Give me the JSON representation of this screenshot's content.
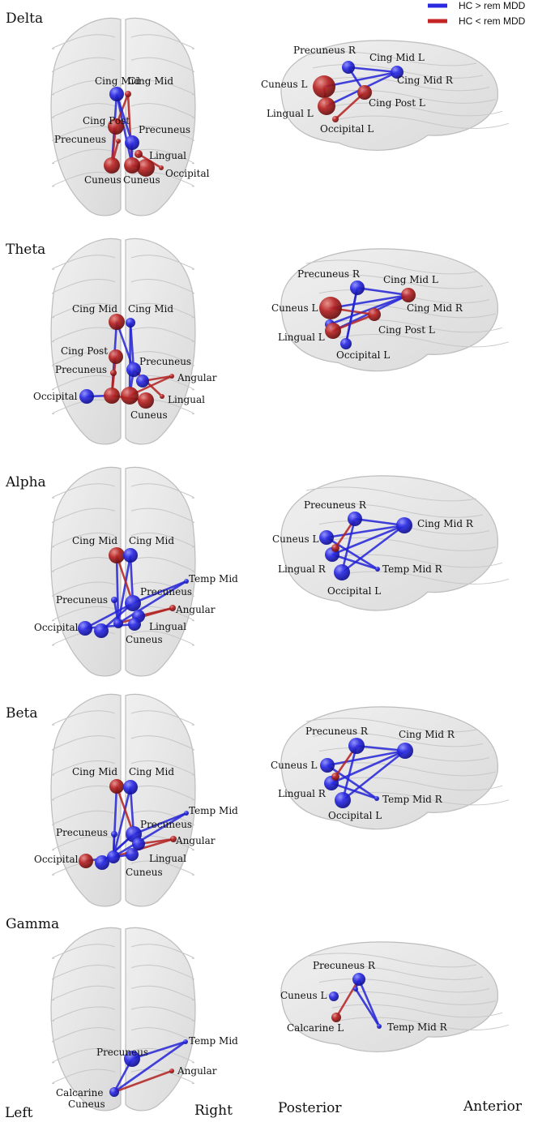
{
  "legend": [
    {
      "key": "hc_gt",
      "label": "HC > rem MDD",
      "color": "#2a2ae0"
    },
    {
      "key": "hc_lt",
      "label": "HC < rem MDD",
      "color": "#c42424"
    }
  ],
  "colors": {
    "blue": "#2424d8",
    "red": "#b42222",
    "brain_fill": "#e4e4e4",
    "brain_stroke": "#b9b9b9"
  },
  "orientation": {
    "left": "Left",
    "right": "Right",
    "posterior": "Posterior",
    "anterior": "Anterior"
  },
  "bands": [
    {
      "name": "Delta",
      "axial_labels": [
        "Cing Mid",
        "Cing Mid",
        "Cing Post",
        "Precuneus",
        "Precuneus",
        "Lingual",
        "Occipital",
        "Cuneus",
        "Cuneus"
      ],
      "sagittal_labels": [
        "Precuneus R",
        "Cing Mid L",
        "Cing Mid R",
        "Cuneus L",
        "Cing Post L",
        "Lingual L",
        "Occipital L"
      ]
    },
    {
      "name": "Theta",
      "axial_labels": [
        "Cing Mid",
        "Cing Mid",
        "Cing Post",
        "Precuneus",
        "Precuneus",
        "Angular",
        "Occipital",
        "Lingual",
        "Cuneus"
      ],
      "sagittal_labels": [
        "Precuneus R",
        "Cing Mid L",
        "Cing Mid R",
        "Cuneus L",
        "Cing Post L",
        "Lingual L",
        "Occipital L"
      ]
    },
    {
      "name": "Alpha",
      "axial_labels": [
        "Cing Mid",
        "Cing Mid",
        "Temp Mid",
        "Precuneus",
        "Precuneus",
        "Angular",
        "Occipital",
        "Lingual",
        "Cuneus"
      ],
      "sagittal_labels": [
        "Precuneus R",
        "Cing Mid R",
        "Cuneus L",
        "Temp Mid R",
        "Lingual R",
        "Occipital L"
      ]
    },
    {
      "name": "Beta",
      "axial_labels": [
        "Cing Mid",
        "Cing Mid",
        "Temp Mid",
        "Precuneus",
        "Precuneus",
        "Angular",
        "Occipital",
        "Lingual",
        "Cuneus"
      ],
      "sagittal_labels": [
        "Precuneus R",
        "Cing Mid R",
        "Cuneus L",
        "Temp Mid R",
        "Lingual R",
        "Occipital L"
      ]
    },
    {
      "name": "Gamma",
      "axial_labels": [
        "Temp Mid",
        "Precuneus",
        "Angular",
        "Calcarine",
        "Cuneus"
      ],
      "sagittal_labels": [
        "Precuneus R",
        "Cuneus L",
        "Calcarine L",
        "Temp Mid R"
      ]
    }
  ]
}
